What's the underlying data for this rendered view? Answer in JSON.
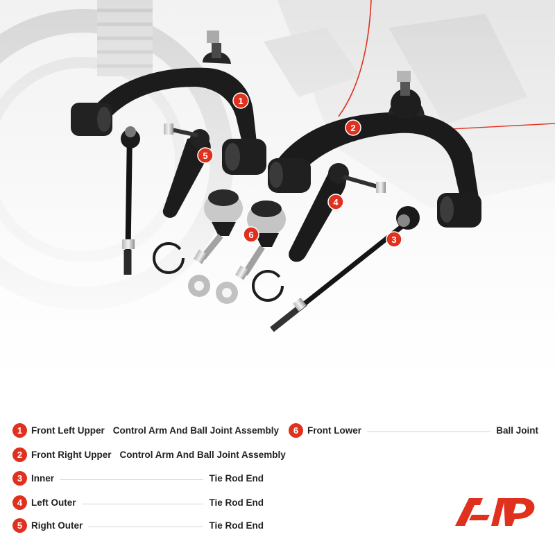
{
  "legend": [
    {
      "num": "1",
      "left": "Front Left Upper",
      "right": "Control Arm And Ball Joint Assembly"
    },
    {
      "num": "2",
      "left": "Front Right Upper",
      "right": "Control Arm And Ball Joint Assembly"
    },
    {
      "num": "3",
      "left": "Inner",
      "right": "Tie Rod End"
    },
    {
      "num": "4",
      "left": "Left Outer",
      "right": "Tie Rod End"
    },
    {
      "num": "5",
      "left": "Right Outer",
      "right": "Tie Rod End"
    },
    {
      "num": "6",
      "left": "Front Lower",
      "right": "Ball Joint"
    }
  ],
  "callouts": [
    "1",
    "2",
    "3",
    "4",
    "5",
    "6"
  ],
  "colors": {
    "accent": "#e0301e",
    "text": "#222222",
    "part": "#1a1a1a"
  },
  "icons": {
    "logo": "brand-logo-icon"
  }
}
